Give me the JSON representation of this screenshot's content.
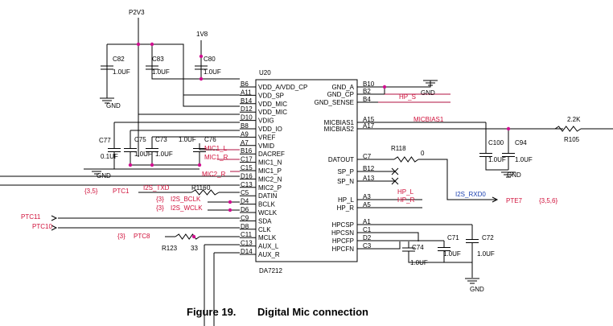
{
  "power": {
    "p2v3": "P2V3",
    "v1v8": "1V8",
    "gnd": "GND"
  },
  "chip": {
    "refdes": "U20",
    "part": "DA7212",
    "left_pins": [
      {
        "num": "B6",
        "name": "VDD_A/VDD_CP"
      },
      {
        "num": "A11",
        "name": "VDD_SP"
      },
      {
        "num": "B14",
        "name": "VDD_MIC"
      },
      {
        "num": "D12",
        "name": "VDD_MIC"
      },
      {
        "num": "D10",
        "name": "VDIG"
      },
      {
        "num": "B8",
        "name": "VDD_IO"
      },
      {
        "num": "A9",
        "name": "VREF"
      },
      {
        "num": "A7",
        "name": "VMID"
      },
      {
        "num": "B16",
        "name": "DACREF"
      },
      {
        "num": "C17",
        "name": "MIC1_N"
      },
      {
        "num": "C15",
        "name": "MIC1_P"
      },
      {
        "num": "D16",
        "name": "MIC2_N"
      },
      {
        "num": "C13",
        "name": "MIC2_P"
      },
      {
        "num": "C5",
        "name": "DATIN"
      },
      {
        "num": "D4",
        "name": "BCLK"
      },
      {
        "num": "D6",
        "name": "WCLK"
      },
      {
        "num": "C9",
        "name": "SDA"
      },
      {
        "num": "D8",
        "name": "CLK"
      },
      {
        "num": "C11",
        "name": "MCLK"
      },
      {
        "num": "C13",
        "name": "AUX_L"
      },
      {
        "num": "D14",
        "name": "AUX_R"
      }
    ],
    "right_pins": [
      {
        "num": "B10",
        "name": "GND_A"
      },
      {
        "num": "B2",
        "name": "GND_CP"
      },
      {
        "num": "B4",
        "name": "GND_SENSE"
      },
      {
        "num": "A15",
        "name": "MICBIAS1"
      },
      {
        "num": "A17",
        "name": "MICBIAS2"
      },
      {
        "num": "C7",
        "name": "DATOUT"
      },
      {
        "num": "B12",
        "name": "SP_P"
      },
      {
        "num": "A13",
        "name": "SP_N"
      },
      {
        "num": "A3",
        "name": "HP_L"
      },
      {
        "num": "A5",
        "name": "HP_R"
      },
      {
        "num": "A1",
        "name": "HPCSP"
      },
      {
        "num": "C1",
        "name": "HPCSN"
      },
      {
        "num": "D2",
        "name": "HPCFP"
      },
      {
        "num": "C3",
        "name": "HPCFN"
      }
    ]
  },
  "caps": {
    "c82": {
      "ref": "C82",
      "val": "1.0UF"
    },
    "c83": {
      "ref": "C83",
      "val": "1.0UF"
    },
    "c80": {
      "ref": "C80",
      "val": "1.0UF"
    },
    "c77": {
      "ref": "C77",
      "val": "0.1UF"
    },
    "c75": {
      "ref": "C75",
      "val": "1.0UF"
    },
    "c73": {
      "ref": "C73",
      "val": "1.0UF"
    },
    "c76": {
      "ref": "C76",
      "val": "1.0UF"
    },
    "c100": {
      "ref": "C100",
      "val": "1.0UF"
    },
    "c94": {
      "ref": "C94",
      "val": "1.0UF"
    },
    "c74": {
      "ref": "C74",
      "val": "1.0UF"
    },
    "c71": {
      "ref": "C71",
      "val": "1.0UF"
    },
    "c72": {
      "ref": "C72",
      "val": "1.0UF"
    }
  },
  "resistors": {
    "r118": {
      "ref": "R118",
      "val": "0"
    },
    "r116": {
      "ref": "R116",
      "val": "0"
    },
    "r123": {
      "ref": "R123",
      "val": "33"
    },
    "r105": {
      "ref": "R105",
      "val": "2.2K"
    }
  },
  "nets": {
    "hp_s": "HP_S",
    "micbias1": "MICBIAS1",
    "mic1_l": "MIC1_L",
    "mic1_r": "MIC1_R",
    "mic2_r": "MIC2_R",
    "hp_l": "HP_L",
    "hp_r": "HP_R",
    "i2s_txd": "I2S_TXD",
    "i2s_bclk": "I2S_BCLK",
    "i2s_wclk": "I2S_WCLK",
    "i2s_rxd0": "I2S_RXD0",
    "ptc1": "PTC1",
    "ptc11": "PTC11",
    "ptc10": "PTC10",
    "ptc8": "PTC8",
    "pte7": "PTE7"
  },
  "sheet_refs": {
    "ptc1_ref": "{3,5}",
    "bclk_ref": "{3}",
    "wclk_ref": "{3}",
    "ptc8_ref": "{3}",
    "pte7_ref": "{3,5,6}"
  },
  "figure": {
    "number": "Figure 19.",
    "title": "Digital Mic connection"
  }
}
